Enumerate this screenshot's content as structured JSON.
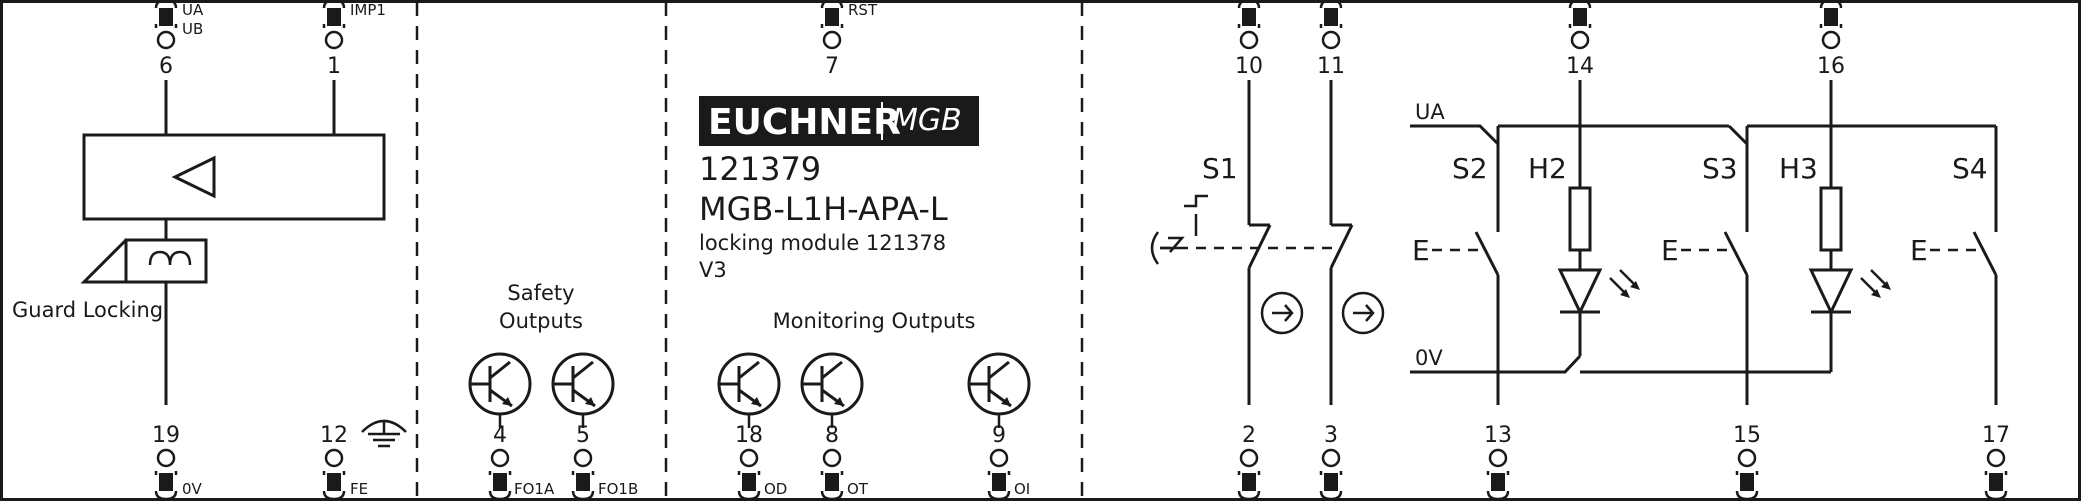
{
  "top_terminals": [
    {
      "num": "6",
      "label": "UA",
      "label2": "UB"
    },
    {
      "num": "1",
      "label": "IMP1"
    },
    {
      "num": "7",
      "label": "RST"
    },
    {
      "num": "10"
    },
    {
      "num": "11"
    },
    {
      "num": "14"
    },
    {
      "num": "16"
    }
  ],
  "bottom_terminals": [
    {
      "num": "19",
      "label": "0V"
    },
    {
      "num": "12",
      "label": "FE"
    },
    {
      "num": "4",
      "label": "FO1A"
    },
    {
      "num": "5",
      "label": "FO1B"
    },
    {
      "num": "18",
      "label": "OD"
    },
    {
      "num": "8",
      "label": "OT"
    },
    {
      "num": "9",
      "label": "OI"
    },
    {
      "num": "2"
    },
    {
      "num": "3"
    },
    {
      "num": "13"
    },
    {
      "num": "15"
    },
    {
      "num": "17"
    }
  ],
  "labels": {
    "guard_locking": "Guard Locking",
    "safety_1": "Safety",
    "safety_2": "Outputs",
    "monitoring": "Monitoring Outputs",
    "ua": "UA",
    "ov": "0V",
    "s1": "S1",
    "s2": "S2",
    "s3": "S3",
    "s4": "S4",
    "h2": "H2",
    "h3": "H3",
    "e1": "E",
    "e2": "E",
    "e3": "E"
  },
  "product": {
    "logo": "EUCHNER",
    "logo_sub": "MGB",
    "number": "121379",
    "model": "MGB-L1H-APA-L",
    "desc": "locking module 121378",
    "version": "V3"
  }
}
